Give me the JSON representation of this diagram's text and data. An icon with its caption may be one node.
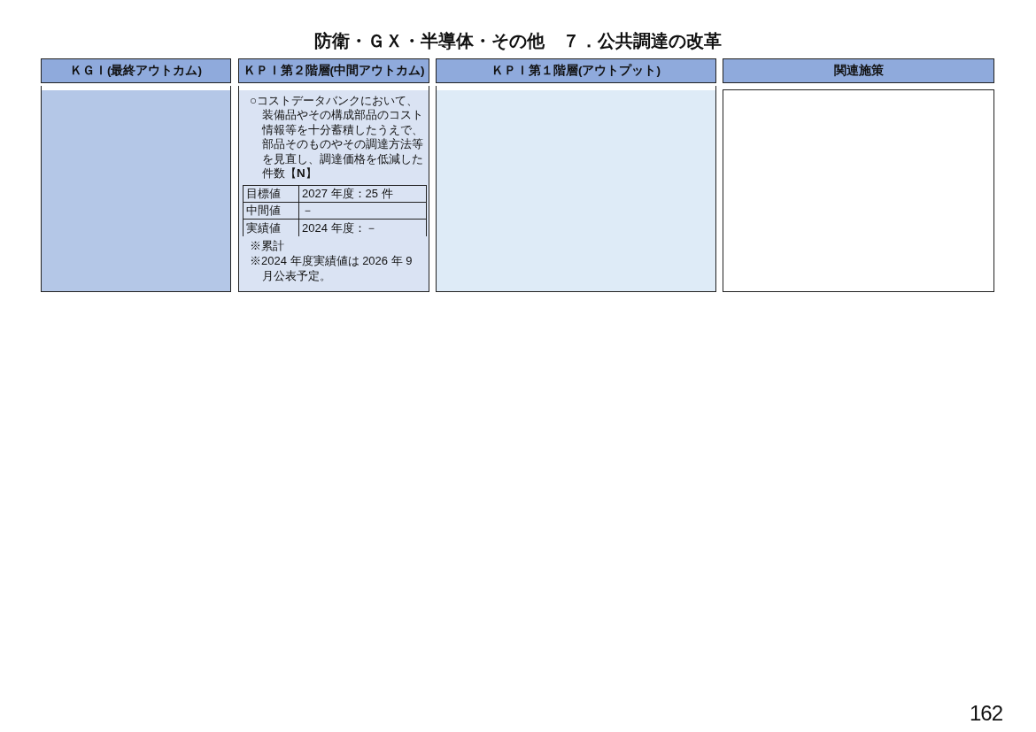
{
  "diagram": {
    "title": "防衛・ＧＸ・半導体・その他　７．公共調達の改革",
    "nodes": [
      {
        "text": [
          "ＫＧＩ(最終アウトカム)"
        ]
      },
      {
        "text": [
          "ＫＰＩ第２階層(中間アウトカム)"
        ]
      },
      {
        "text": [
          "ＫＰＩ第１階層(アウトプット)"
        ]
      },
      {
        "text": [
          "関連施策"
        ]
      },
      {
        "text": [],
        "shape": "box"
      },
      {
        "text": [
          "○コストデータバンクにおいて、装備品やその構成部品のコスト情報等を十分蓄積したうえで、部品そのものやその調達方法等を見直し、調達価格を低減した件数【**N**】",
          "※累計",
          "※2024 年度実績値は 2026 年 9 月公表予定。"
        ]
      },
      {
        "text": [],
        "shape": "box"
      },
      {
        "text": [],
        "shape": "box"
      }
    ],
    "labels": [
      "目標値",
      "2027 年度：25 件",
      "中間値",
      "－",
      "実績値",
      "2024 年度：－",
      "162"
    ]
  }
}
